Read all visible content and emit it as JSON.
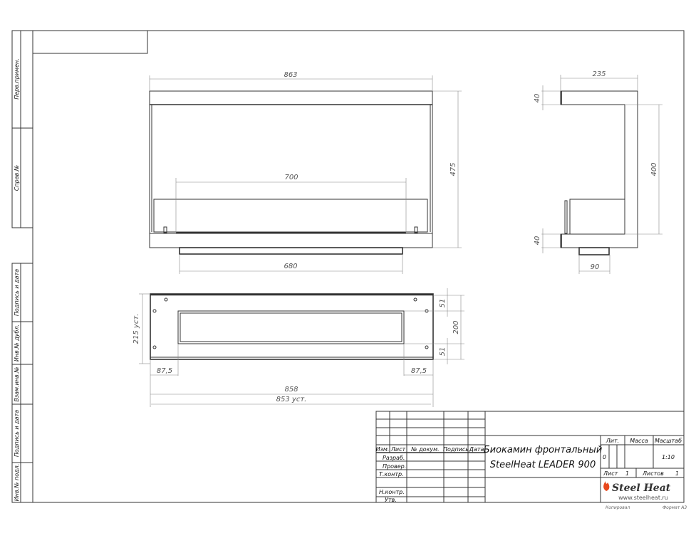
{
  "side_strip": [
    "Перв.примен.",
    "Справ.№",
    "Подпись и дата",
    "Инв.№ дубл.",
    "Взам.инв.№",
    "Подпись и дата",
    "Инв.№ подл."
  ],
  "front_view": {
    "width": "863",
    "height": "475",
    "burner": "700",
    "base": "680"
  },
  "side_view": {
    "depth": "235",
    "top": "40",
    "inner": "400",
    "bottom": "40",
    "base": "90"
  },
  "top_view": {
    "height": "215 уст.",
    "margin_left": "87,5",
    "margin_right": "87,5",
    "top_gap": "51",
    "bottom_gap": "51",
    "inner": "200",
    "length": "858",
    "install": "853 уст."
  },
  "title_block": {
    "headers": [
      "Изм.",
      "Лист",
      "№ докум.",
      "Подпись",
      "Дата"
    ],
    "roles": [
      "Разраб.",
      "Провер.",
      "Т.контр.",
      "Н.контр.",
      "Утв."
    ],
    "title_line1": "Биокамин фронтальный",
    "title_line2": "SteelHeat LEADER 900",
    "lit_label": "Лит.",
    "mass_label": "Масса",
    "scale_label": "Масштаб",
    "lit_value": "0",
    "scale_value": "1:10",
    "sheet_label": "Лист",
    "sheet_value": "1",
    "sheets_label": "Листов",
    "sheets_value": "1",
    "logo_text": "Steel Heat",
    "website": "www.steelheat.ru",
    "copied": "Копировал",
    "format": "Формат А3"
  },
  "colors": {
    "line": "#333333",
    "dim": "#888888",
    "flame": "#e8481c"
  }
}
